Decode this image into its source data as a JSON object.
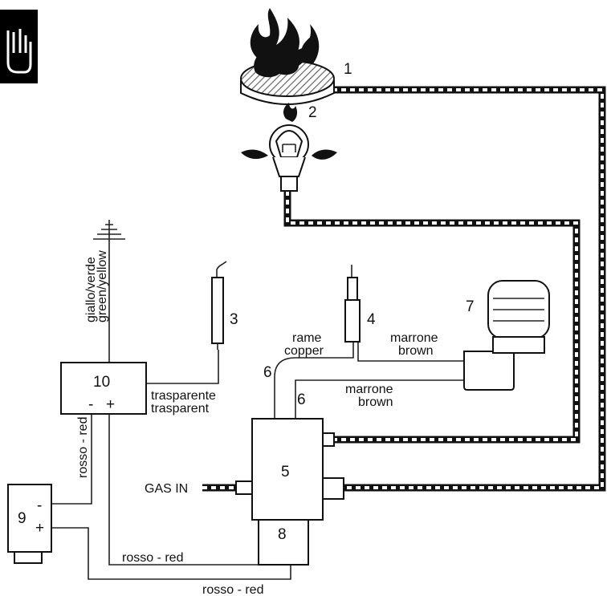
{
  "components": {
    "c1": "1",
    "c2": "2",
    "c3": "3",
    "c4": "4",
    "c5": "5",
    "c7": "7",
    "c8": "8",
    "c9": "9",
    "c10": "10"
  },
  "pin_labels": {
    "c10_minus": "-",
    "c10_plus": "+",
    "c9_minus": "-",
    "c9_plus": "+"
  },
  "wire_labels": {
    "ground_it": "giallo/verde",
    "ground_en": "green/yellow",
    "transparent_it": "trasparente",
    "transparent_en": "trasparent",
    "copper_it": "rame",
    "copper_en": "copper",
    "brown1_it": "marrone",
    "brown1_en": "brown",
    "brown2_it": "marrone",
    "brown2_en": "brown",
    "red_vertical": "rosso - red",
    "red_mid": "rosso - red",
    "red_bottom": "rosso - red",
    "gas_in": "GAS IN",
    "num6_left": "6",
    "num6_right": "6"
  },
  "colors": {
    "line": "#111111",
    "background": "#ffffff",
    "corner_badge": "#000000"
  },
  "icons": {
    "corner_badge": "hand-icon",
    "burner": "flame-burner-icon",
    "pilot": "pilot-flame-icon",
    "ground": "ground-symbol-icon"
  }
}
